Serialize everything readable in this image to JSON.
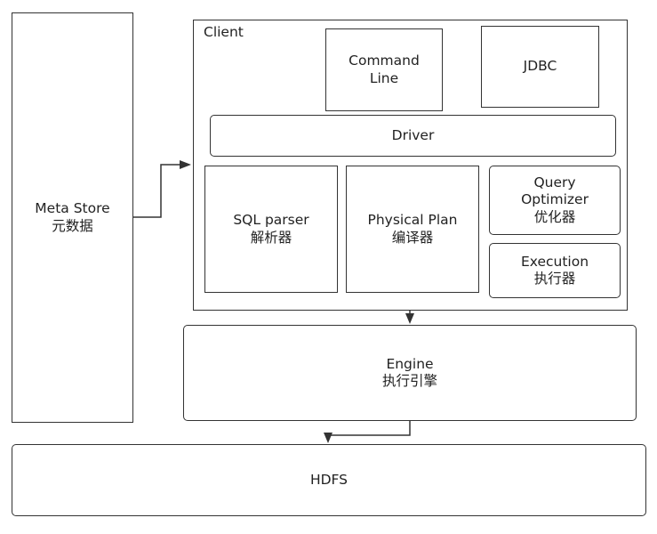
{
  "nodes": {
    "meta_store": {
      "line1": "Meta Store",
      "line2": "元数据"
    },
    "client": {
      "label": "Client"
    },
    "command_line": {
      "line1": "Command",
      "line2": "Line"
    },
    "jdbc": {
      "label": "JDBC"
    },
    "driver": {
      "label": "Driver"
    },
    "sql_parser": {
      "line1": "SQL parser",
      "line2": "解析器"
    },
    "physical_plan": {
      "line1": "Physical Plan",
      "line2": "编译器"
    },
    "query_optimizer": {
      "line1": "Query",
      "line2": "Optimizer",
      "line3": "优化器"
    },
    "execution": {
      "line1": "Execution",
      "line2": "执行器"
    },
    "engine": {
      "line1": "Engine",
      "line2": "执行引擎"
    },
    "hdfs": {
      "label": "HDFS"
    }
  },
  "edges": [
    {
      "from": "meta_store",
      "to": "client"
    },
    {
      "from": "client",
      "to": "engine"
    },
    {
      "from": "engine",
      "to": "hdfs"
    }
  ]
}
